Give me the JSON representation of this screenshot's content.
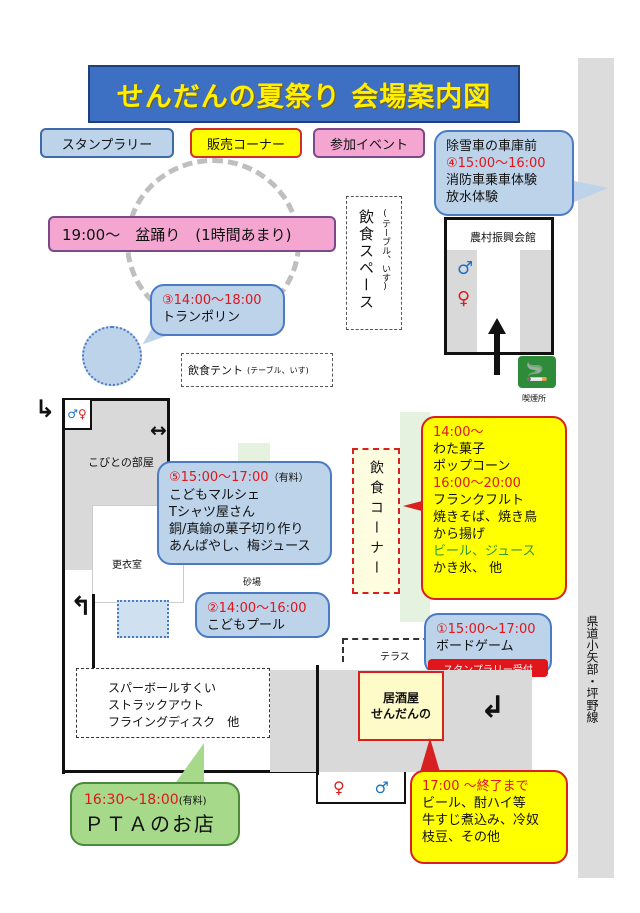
{
  "title": "せんだんの夏祭り 会場案内図",
  "legend": {
    "stamp": "スタンプラリー",
    "sales": "販売コーナー",
    "event": "参加イベント"
  },
  "bon_odori": "19:00～　盆踊り　(1時間あまり)",
  "inshoku_space": {
    "main": "飲食スペース",
    "sub": "(テーブル、いす)"
  },
  "inshoku_tent": {
    "main": "飲食テント",
    "sub": "(テーブル、いす)"
  },
  "trampoline": {
    "time": "③14:00～18:00",
    "name": "トランポリン"
  },
  "firetruck": {
    "place": "除雪車の車庫前",
    "time": "④15:00～16:00",
    "line1": "消防車乗車体験",
    "line2": "放水体験"
  },
  "noson": "農村振興会館",
  "smoking": "喫煙所",
  "kobito": "こびとの部屋",
  "kouishitsu": "更衣室",
  "sunaba": "砂場",
  "terrace": "テラス",
  "road": "県道小矢部・坪野線",
  "kodomo_marche": {
    "time": "⑤15:00～17:00",
    "fee": "（有料）",
    "items": [
      "こどもマルシェ",
      "Tシャツ屋さん",
      "銅/真鍮の菓子切り作り",
      "あんぱやし、梅ジュース"
    ]
  },
  "kodomo_pool": {
    "time": "②14:00～16:00",
    "name": "こどもプール"
  },
  "food_corner": "飲食コーナー",
  "food_bubble": {
    "t1": "14:00～",
    "a1": "わた菓子",
    "a2": "ポップコーン",
    "t2": "16:00～20:00",
    "b1": "フランクフルト",
    "b2": "焼きそば、焼き鳥",
    "b3": "から揚げ",
    "b4": "ビール、ジュース",
    "b5": "かき氷、 他"
  },
  "board_game": {
    "time": "①15:00～17:00",
    "name": "ボードゲーム",
    "badge": "スタンプラリー受付"
  },
  "games": {
    "l1": "スパーボールすくい",
    "l2": "ストラックアウト",
    "l3": "フライングディスク",
    "l4": "他"
  },
  "izakaya": {
    "l1": "居酒屋",
    "l2": "せんだんの"
  },
  "pta": {
    "time": "16:30～18:00",
    "fee": "(有料)",
    "name": "ＰＴＡのお店"
  },
  "izakaya_bubble": {
    "time": "17:00 ～終了まで",
    "l1": "ビール、酎ハイ等",
    "l2": "牛すじ煮込み、冷奴",
    "l3": "枝豆、その他"
  },
  "colors": {
    "blue_bubble": "#bcd3ea",
    "yellow_bubble": "#ffff00",
    "pink": "#f4a6d0",
    "green_bubble": "#a6d98a",
    "title_bg": "#3d6fc2",
    "title_text": "#ffef00"
  }
}
